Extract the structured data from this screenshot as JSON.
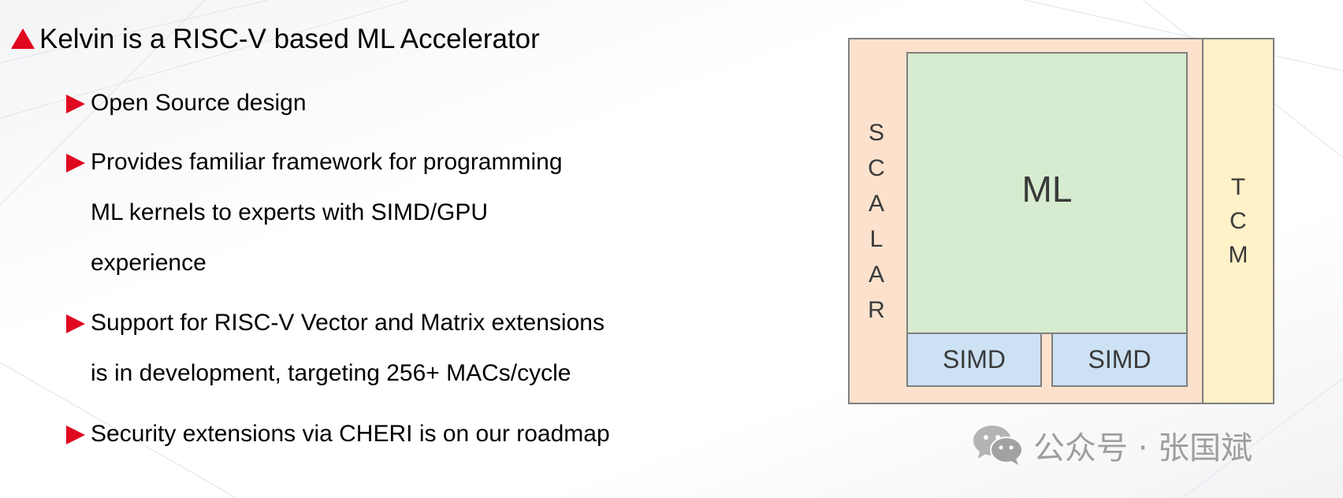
{
  "slide": {
    "heading": "Kelvin is a RISC-V based ML Accelerator",
    "bullets": [
      {
        "lines": [
          "Open Source design"
        ]
      },
      {
        "lines": [
          "Provides familiar framework for programming",
          "ML kernels to experts with SIMD/GPU",
          "experience"
        ]
      },
      {
        "lines": [
          "Support for RISC-V Vector and Matrix extensions",
          "is in development, targeting 256+ MACs/cycle"
        ]
      },
      {
        "lines": [
          "Security extensions via CHERI is on our roadmap"
        ]
      }
    ],
    "accent_color": "#e0081f"
  },
  "diagram": {
    "scalar_letters": [
      "S",
      "C",
      "A",
      "L",
      "A",
      "R"
    ],
    "tcm_letters": [
      "T",
      "C",
      "M"
    ],
    "ml_label": "ML",
    "simd_labels": [
      "SIMD",
      "SIMD"
    ],
    "colors": {
      "scalar": "#fce2cd",
      "tcm": "#fff1c8",
      "ml": "#d6ebcf",
      "simd": "#cde1f4",
      "border": "#7f7f7f"
    }
  },
  "watermark": {
    "icon": "wechat-icon",
    "text": "公众号 · 张国斌"
  }
}
